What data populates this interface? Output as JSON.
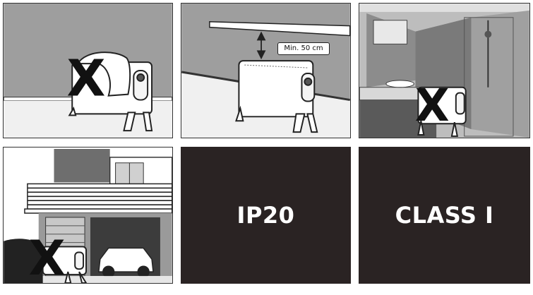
{
  "panels": {
    "no_cover": {
      "mark": "X"
    },
    "clearance": {
      "mark": "",
      "callout": "Min. 50 cm"
    },
    "bathroom": {
      "mark": "X"
    },
    "outdoor": {
      "mark": "X"
    },
    "ip_rating": {
      "label": "IP20"
    },
    "protection_class": {
      "label": "CLASS I"
    }
  },
  "colors": {
    "dark_panel": "#2a2323",
    "wall_gray": "#9e9e9e",
    "floor_light": "#f0f0f0",
    "mark": "#111111"
  }
}
